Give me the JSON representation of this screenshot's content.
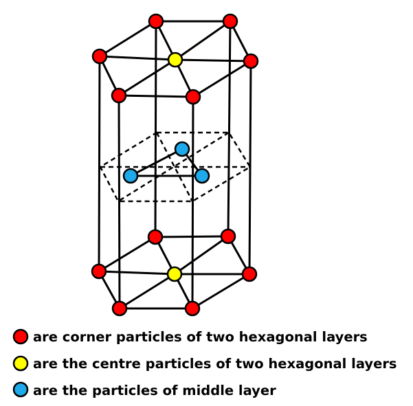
{
  "colors": {
    "corner": "#ff0000",
    "centre": "#ffff00",
    "middle": "#1eaaea"
  },
  "legend": [
    {
      "key": "corner",
      "text": "are corner particles of two hexagonal layers"
    },
    {
      "key": "centre",
      "text": "are the centre particles of two hexagonal layers"
    },
    {
      "key": "middle",
      "text": "are the particles of middle layer"
    }
  ]
}
